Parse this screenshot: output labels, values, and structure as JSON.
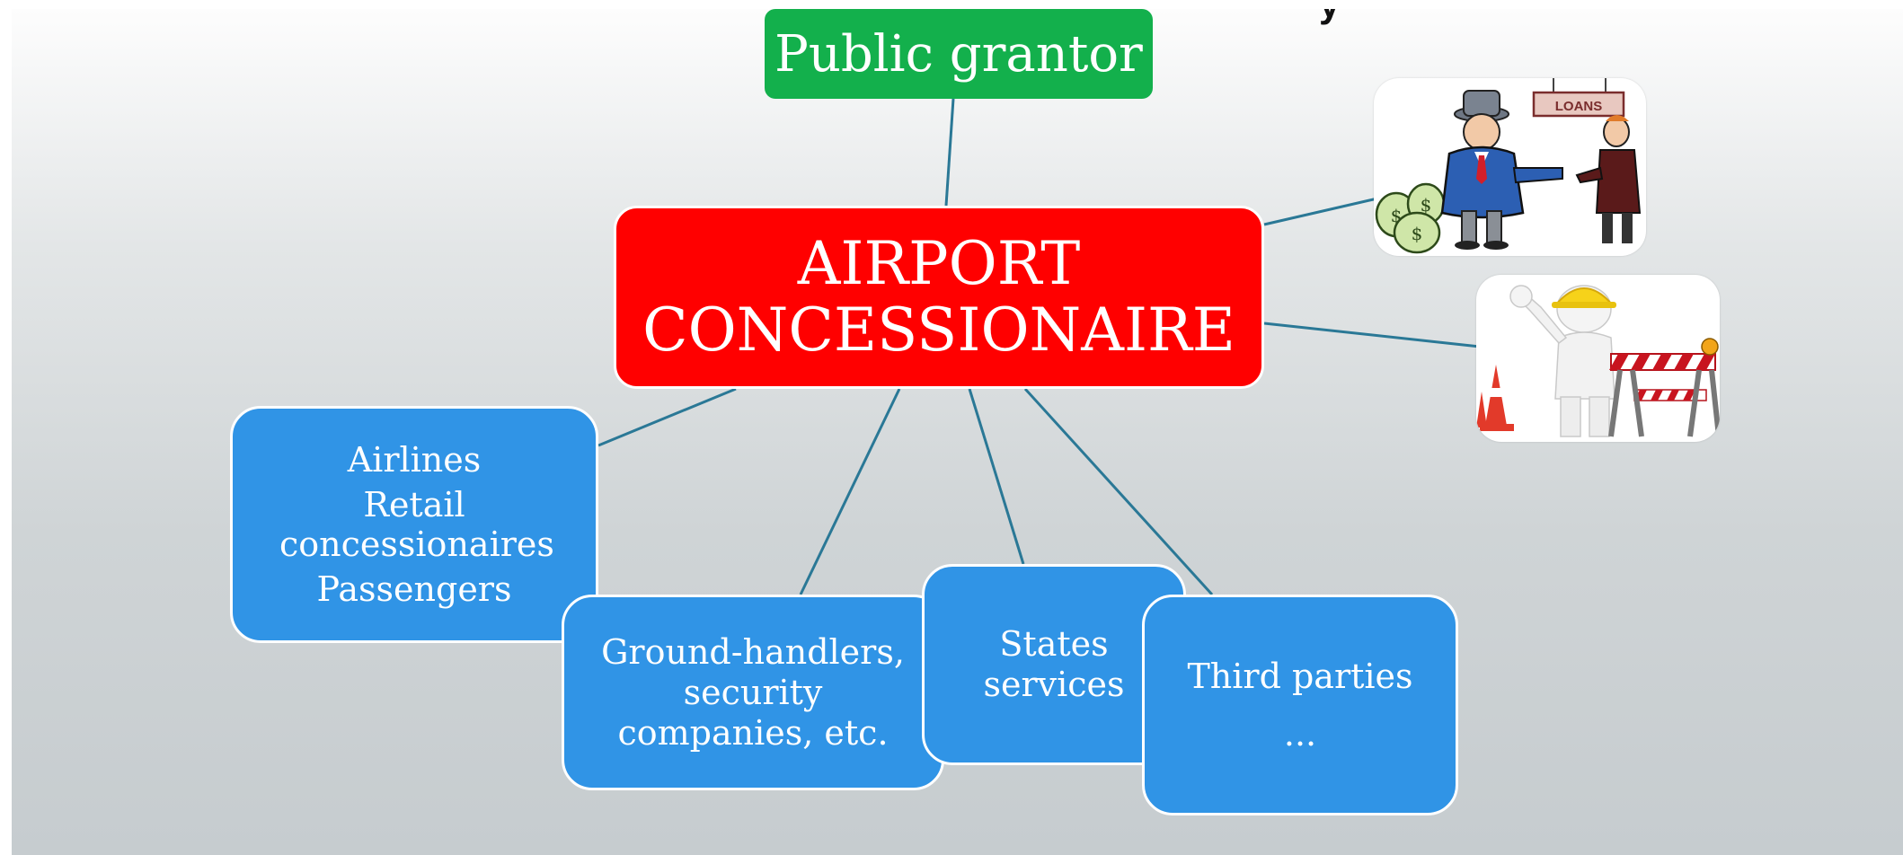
{
  "title_fragment": "y",
  "diagram": {
    "top_node": "Public grantor",
    "center_node": {
      "line1": "AIRPORT",
      "line2": "CONCESSIONAIRE"
    },
    "stakeholders": {
      "group_airlines": [
        "Airlines",
        "Retail concessionaires",
        "Passengers"
      ],
      "group_ground": "Ground-handlers, security companies, etc.",
      "group_states": "States services",
      "group_third": [
        "Third parties",
        "..."
      ]
    },
    "images": {
      "loans_sign": "LOANS",
      "loans_icon": "banker-lending-money-icon",
      "worker_icon": "construction-worker-icon"
    }
  },
  "colors": {
    "top_node": "#13b04c",
    "center_node": "#ff0000",
    "stakeholder_boxes": "#3094e6",
    "connectors": "#2a7896"
  }
}
